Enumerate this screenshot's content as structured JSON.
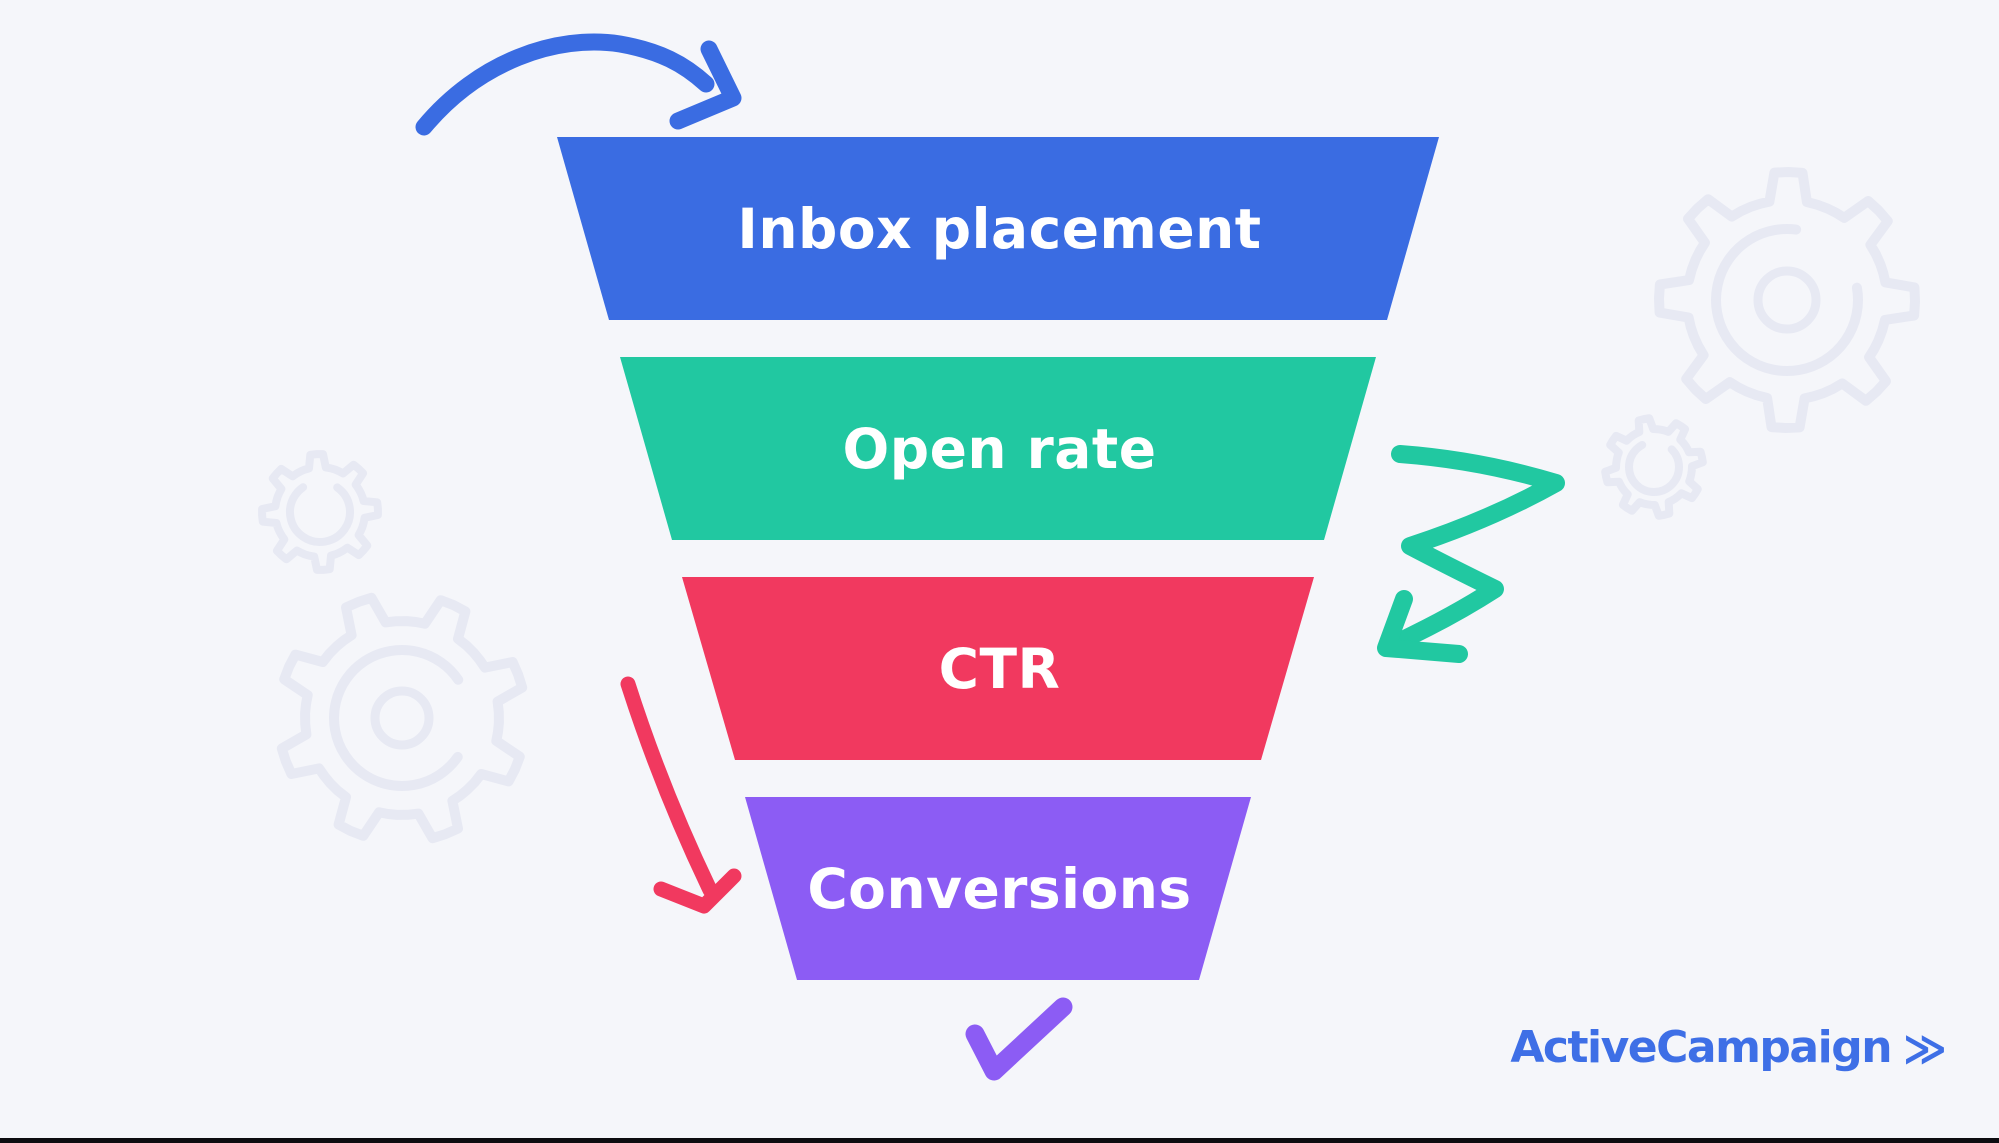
{
  "canvas": {
    "background_color": "#f5f6fa",
    "bottom_bar_color": "#0c0c10"
  },
  "funnel": {
    "type": "funnel",
    "stages": [
      {
        "label": "Inbox placement",
        "color": "#3a6ce2"
      },
      {
        "label": "Open rate",
        "color": "#21c8a1"
      },
      {
        "label": "CTR",
        "color": "#f1395f"
      },
      {
        "label": "Conversions",
        "color": "#8c5cf4"
      }
    ],
    "label_text_color": "#ffffff"
  },
  "annotations": {
    "top_arrow": {
      "description": "hand-drawn curved arrow pointing right into funnel top",
      "color": "#3a6ce2"
    },
    "side_arrow": {
      "description": "hand-drawn zigzag arrow pointing down-left beside funnel",
      "color": "#21c8a1"
    },
    "left_arrow": {
      "description": "hand-drawn curved arrow pointing down along funnel left side",
      "color": "#f1395f"
    },
    "checkmark": {
      "description": "hand-drawn checkmark below funnel",
      "color": "#8c5cf4"
    }
  },
  "branding": {
    "logo_text": "ActiveCampaign",
    "logo_mark": "≫",
    "logo_color": "#3e6fe6"
  },
  "decor": {
    "gear_outline_color": "#e7e9f3"
  }
}
